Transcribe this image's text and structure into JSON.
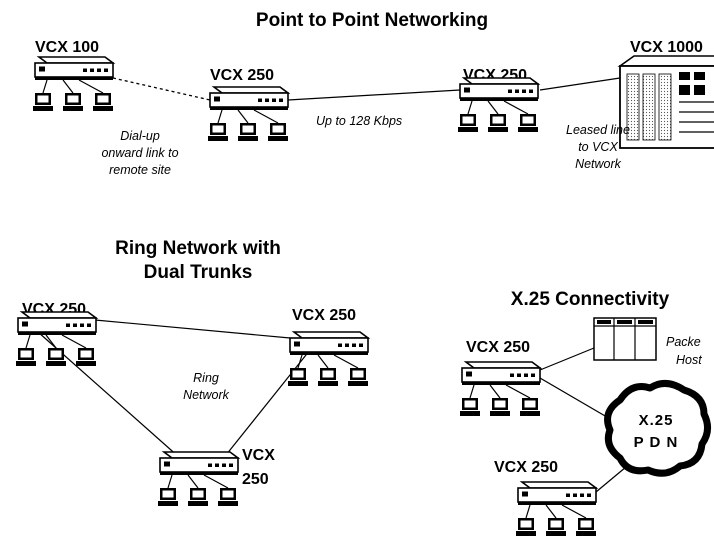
{
  "sections": {
    "p2p": {
      "title": "Point to Point Networking",
      "devices": {
        "left": "VCX 100",
        "mid_left": "VCX 250",
        "mid_right": "VCX 250",
        "right": "VCX 1000"
      },
      "notes": {
        "speed": "Up to 128 Kbps",
        "dialup": [
          "Dial-up",
          "onward link to",
          "remote site"
        ],
        "leased": [
          "Leased line",
          "to VCX",
          "Network"
        ]
      }
    },
    "ring": {
      "title": [
        "Ring Network with",
        "Dual Trunks"
      ],
      "devices": {
        "left": "VCX 250",
        "right": "VCX 250",
        "bottom": [
          "VCX",
          "250"
        ]
      },
      "notes": {
        "label": [
          "Ring",
          "Network"
        ]
      }
    },
    "x25": {
      "title": "X.25 Connectivity",
      "devices": {
        "top": "VCX 250",
        "bottom": "VCX 250"
      },
      "host": [
        "Packe",
        "Host"
      ],
      "cloud": [
        "X.25",
        "P D N"
      ]
    }
  }
}
